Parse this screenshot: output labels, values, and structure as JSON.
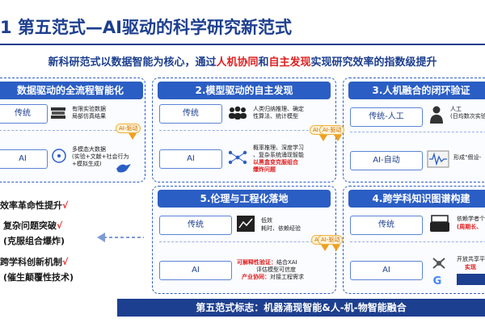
{
  "header": {
    "title": "1 第五范式—AI驱动的科学研究新范式",
    "subtitle_pre": "新科研范式以数据智能为核心，通过",
    "subtitle_red1": "人机协同",
    "subtitle_mid": "和",
    "subtitle_red2": "自主发现",
    "subtitle_post": "实现研究效率的指数级提升"
  },
  "panels": {
    "p1": {
      "title": "数据驱动的全流程智能化",
      "row1_label": "传统",
      "row1_desc": [
        "有限实验数据",
        "局部仿真结果"
      ],
      "row2_label": "AI",
      "row2_desc": [
        "多模态大数据",
        "(实验+文献+社会行为",
        "+模拟生成)"
      ],
      "ai_tag": "AI-驱动"
    },
    "p2": {
      "title": "2.模型驱动的自主发现",
      "row1_label": "传统",
      "row1_desc": [
        "人类归纳推理、确定",
        "性算法、统计模型"
      ],
      "row2_label": "AI",
      "row2_desc": [
        "概率推理、深度学习",
        "、复杂系统涌现智能"
      ],
      "row2_red": [
        "以黑盒变克服组合",
        "爆炸问题"
      ],
      "ai_tag": "AI-驱动"
    },
    "p3": {
      "title": "3.人机融合的闭环验证",
      "row1_label": "传统-人工",
      "row1_desc": [
        "人工",
        "(日均数次实验)"
      ],
      "row2_label": "AI-自动",
      "row2_desc": [
        "形成“假设-"
      ],
      "ai_tag": "AI-驱动"
    },
    "p4": {
      "title": "4.跨学科知识图谱构建",
      "row1_desc": [
        "依赖学者个",
        "(周期长、"
      ],
      "row2_desc": [
        "开放共享平",
        "实现"
      ]
    },
    "p5": {
      "title": "5.伦理与工程化落地",
      "row1_label": "传统",
      "row1_desc": [
        "低效",
        "耗时、依赖经验"
      ],
      "row2_label": "AI",
      "row2_red1": "可解释性验证：",
      "row2_desc1": "结合XAI",
      "row2_desc1b": "评估模型可信度",
      "row2_red2": "产业协同：",
      "row2_desc2": "对接工程需求",
      "ai_tag": "AI-驱动"
    }
  },
  "benefits": [
    {
      "text": "效率革命性提升",
      "check": "√"
    },
    {
      "text": "复杂问题突破",
      "check": "√"
    },
    {
      "text": "(克服组合爆炸)",
      "check": ""
    },
    {
      "text": "跨学科创新机制",
      "check": "√"
    },
    {
      "text": "(催生颠覆性技术)",
      "check": ""
    }
  ],
  "footer": "第五范式标志：机器涌现智能&人-机-物智能融合",
  "icons": {
    "p1_row1": "book-stack-icon",
    "p1_row2": "bird-logo-icon",
    "p2_row1": "people-icon",
    "p2_row2": "neural-network-icon",
    "p3_row1": "scientist-icon",
    "p3_row2": "waveform-icon",
    "p5_row1": "clock-chart-icon",
    "p5_row2": "brain-chip-icon",
    "p4_row1": "typewriter-icon",
    "p4_row2": "google-logo-icon"
  },
  "colors": {
    "primary": "#1d3f8f",
    "accent": "#2b5ec4",
    "red": "#e02020",
    "orange": "#f0a020"
  }
}
